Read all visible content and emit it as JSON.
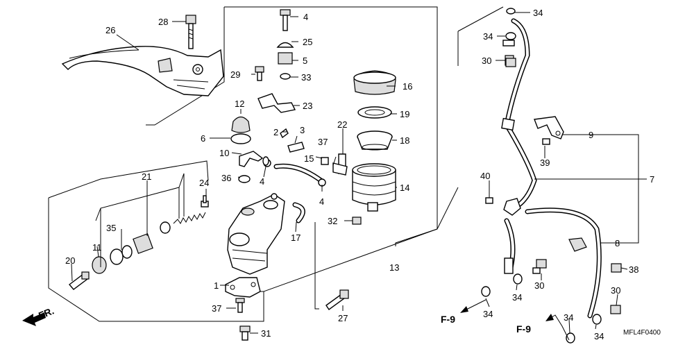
{
  "callouts": {
    "p1": "1",
    "p2": "2",
    "p3": "3",
    "p4a": "4",
    "p4b": "4",
    "p4c": "4",
    "p5": "5",
    "p6": "6",
    "p7": "7",
    "p8": "8",
    "p9": "9",
    "p10": "10",
    "p11": "11",
    "p12": "12",
    "p13": "13",
    "p14": "14",
    "p15": "15",
    "p16": "16",
    "p17": "17",
    "p18": "18",
    "p19": "19",
    "p20": "20",
    "p21": "21",
    "p22": "22",
    "p23": "23",
    "p24": "24",
    "p25": "25",
    "p26": "26",
    "p27": "27",
    "p28": "28",
    "p29": "29",
    "p30a": "30",
    "p30b": "30",
    "p30c": "30",
    "p31": "31",
    "p32": "32",
    "p33": "33",
    "p34a": "34",
    "p34b": "34",
    "p34c": "34",
    "p34d": "34",
    "p34e": "34",
    "p34f": "34",
    "p35": "35",
    "p36": "36",
    "p37a": "37",
    "p37b": "37",
    "p38": "38",
    "p39": "39",
    "p40": "40"
  },
  "refs": {
    "f9a": "F-9",
    "f9b": "F-9",
    "front": "FR."
  },
  "diagram_code": "MFL4F0400"
}
